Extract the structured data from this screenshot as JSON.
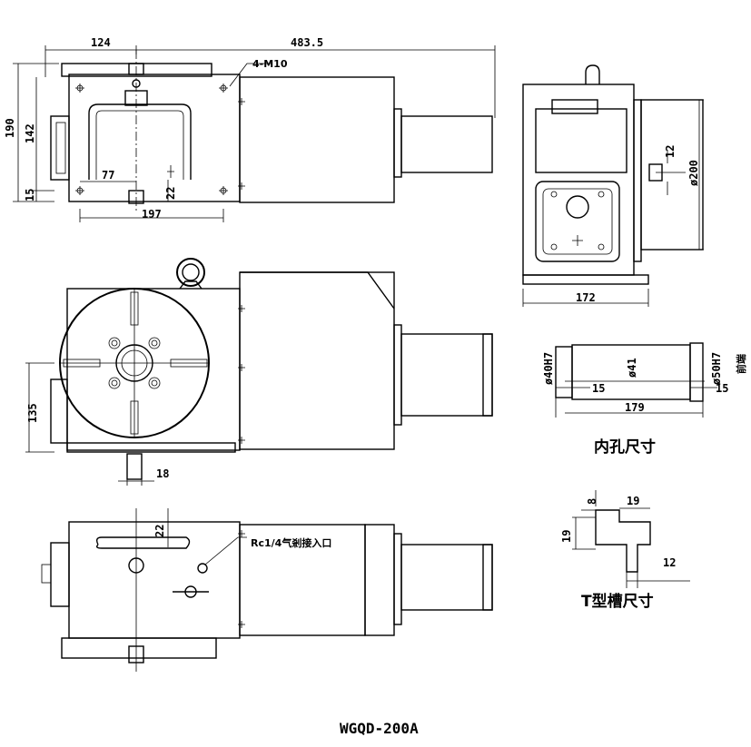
{
  "model": "WGQD-200A",
  "labels": {
    "bore_title": "内孔尺寸",
    "tslot_title": "T型槽尺寸",
    "front_end": "前端",
    "air_inlet": "Rc1/4气剎接入口",
    "bolt_holes": "4-M10"
  },
  "dimensions": {
    "d124": "124",
    "d483": "483.5",
    "d190": "190",
    "d142": "142",
    "d15a": "15",
    "d77": "77",
    "d22a": "22",
    "d197": "197",
    "d12a": "12",
    "d200": "ø200",
    "d172": "172",
    "d40": "ø40H7",
    "d41": "ø41",
    "d50": "ø50H7",
    "d15b": "15",
    "d15c": "15",
    "d179": "179",
    "d135": "135",
    "d18": "18",
    "d22b": "22",
    "t8": "8",
    "t19a": "19",
    "t19b": "19",
    "t12": "12"
  }
}
